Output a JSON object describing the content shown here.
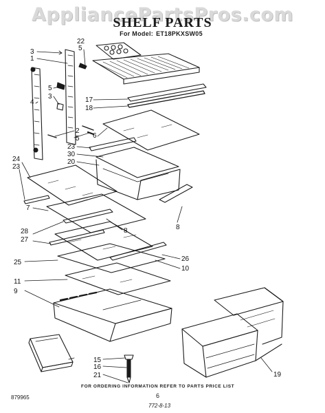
{
  "watermark": "AppliancePartsPros.com",
  "title": "SHELF PARTS",
  "model_label": "For Model:",
  "model_number": "ET18PKXSW05",
  "callouts": {
    "c3a": "3",
    "c1": "1",
    "c22": "22",
    "c5a": "5",
    "c5b": "5",
    "c3b": "3",
    "c4": "4",
    "c2": "2",
    "c5c": "5",
    "c17": "17",
    "c18": "18",
    "c6": "6",
    "c23a": "23",
    "c30": "30",
    "c20": "20",
    "c24": "24",
    "c23b": "23",
    "c7": "7",
    "c28": "28",
    "c27": "27",
    "c8a": "8",
    "c8b": "8",
    "c26": "26",
    "c25": "25",
    "c10": "10",
    "c11": "11",
    "c9": "9",
    "c15": "15",
    "c16": "16",
    "c21": "21",
    "c19": "19"
  },
  "footer_note": "FOR ORDERING INFORMATION REFER TO PARTS PRICE LIST",
  "code_left": "879965",
  "page_number": "6",
  "code_bottom": "772-8-13"
}
